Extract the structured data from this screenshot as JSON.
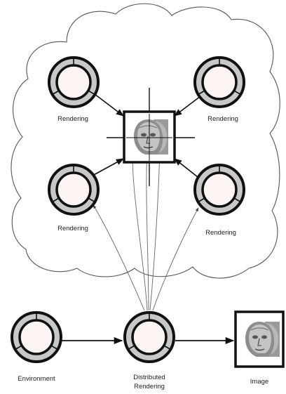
{
  "labels": {
    "rendering_top_left": "Rendering",
    "rendering_top_right": "Rendering",
    "rendering_mid_left": "Rendering",
    "rendering_mid_right": "Rendering",
    "environment": "Environment",
    "distributed_line1": "Distributed",
    "distributed_line2": "Rendering",
    "image": "Image"
  },
  "colors": {
    "node_ring": "#c8c8c8",
    "node_outline": "#111111",
    "node_center": "#fdf4f4",
    "cloud_outline": "#555555",
    "edge": "#111111",
    "flow_lines": "#666666"
  },
  "icons": {
    "center_box": "head-scan-icon",
    "image_box": "head-image-icon"
  }
}
